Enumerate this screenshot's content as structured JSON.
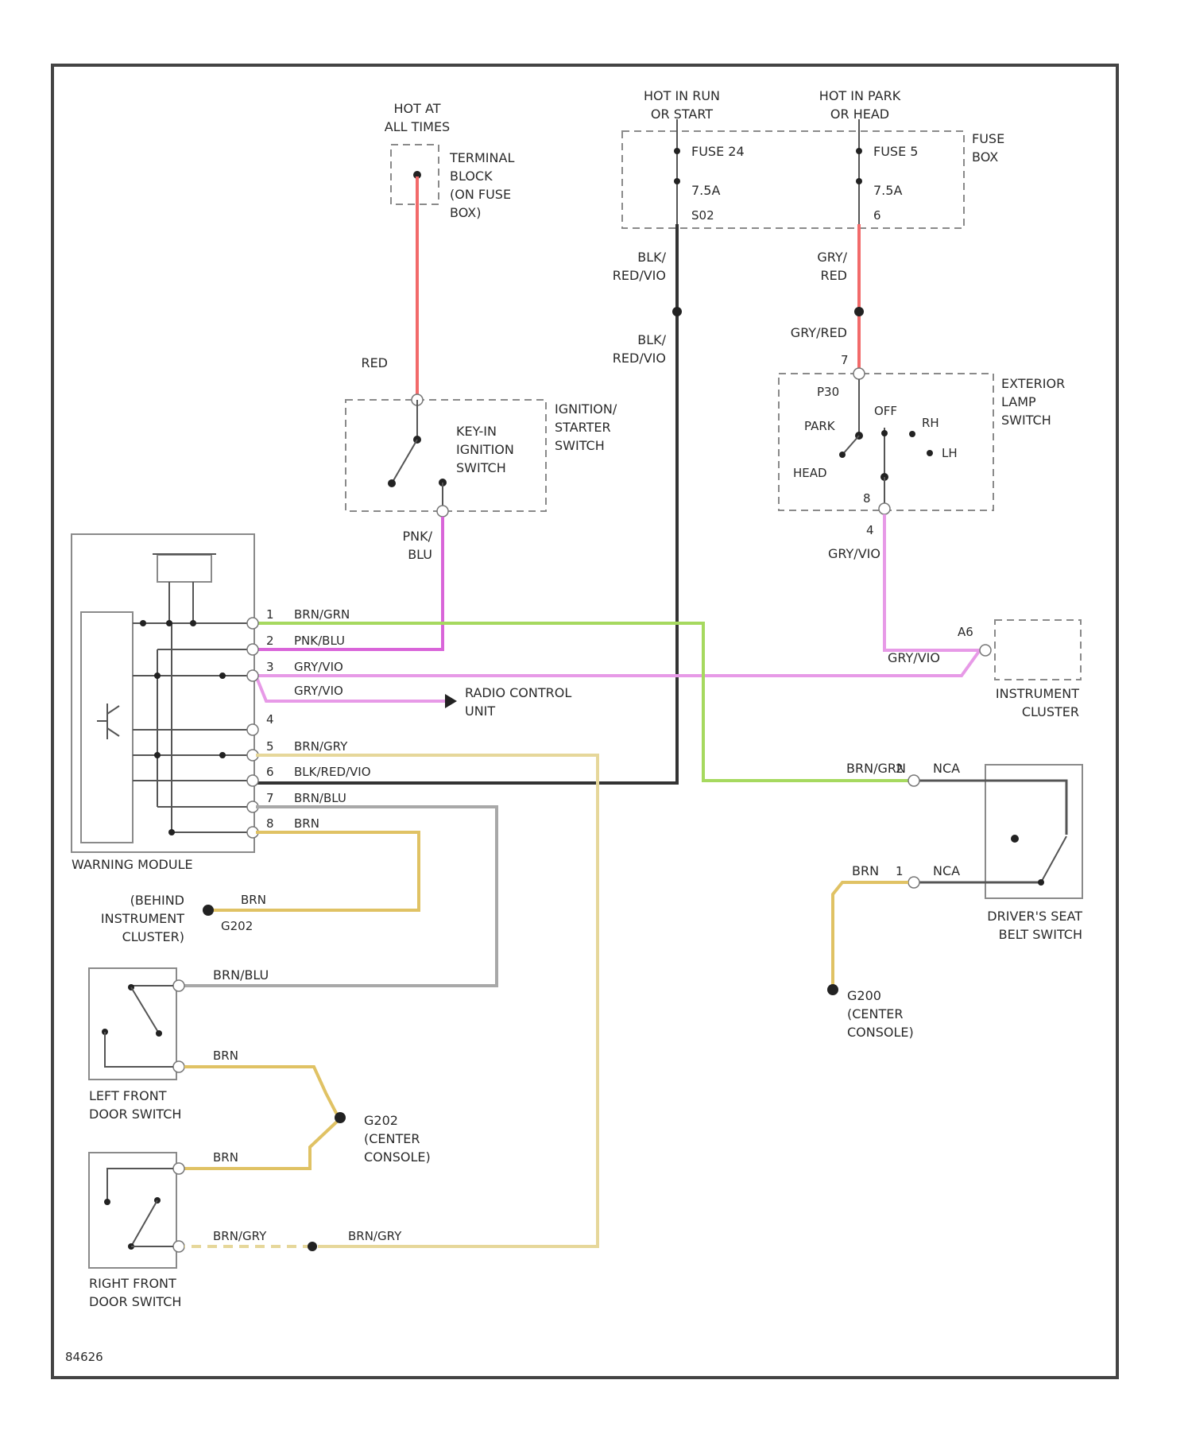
{
  "labels": {
    "hot_at_all_times": [
      "HOT AT",
      "ALL TIMES"
    ],
    "hot_in_run": [
      "HOT IN RUN",
      "OR START"
    ],
    "hot_in_park": [
      "HOT IN PARK",
      "OR HEAD"
    ],
    "terminal_block": [
      "TERMINAL",
      "BLOCK",
      "(ON FUSE",
      "BOX)"
    ],
    "fuse_24": "FUSE 24",
    "fuse_24_rating": "7.5A",
    "fuse_24_pin": "S02",
    "fuse_5": "FUSE 5",
    "fuse_5_rating": "7.5A",
    "fuse_5_pin": "6",
    "fuse_box": [
      "FUSE",
      "BOX"
    ],
    "wire_blk_redvio_1": [
      "BLK/",
      "RED/VIO"
    ],
    "wire_blk_redvio_2": [
      "BLK/",
      "RED/VIO"
    ],
    "wire_gry_red_1": [
      "GRY/",
      "RED"
    ],
    "wire_gry_red_2": "GRY/RED",
    "wire_red": "RED",
    "key_in_switch": [
      "KEY-IN",
      "IGNITION",
      "SWITCH"
    ],
    "ignition_starter_switch": [
      "IGNITION/",
      "STARTER",
      "SWITCH"
    ],
    "exterior_lamp_switch": [
      "EXTERIOR",
      "LAMP",
      "SWITCH"
    ],
    "pin_7": "7",
    "pin_8": "8",
    "pin_4_lamp": "4",
    "pos_p30": "P30",
    "pos_off": "OFF",
    "pos_park": "PARK",
    "pos_rh": "RH",
    "pos_lh": "LH",
    "pos_head": "HEAD",
    "wire_pnk_blu": [
      "PNK/",
      "BLU"
    ],
    "wire_gry_vio_top": "GRY/VIO",
    "pin_a6": "A6",
    "instrument_cluster": [
      "INSTRUMENT",
      "CLUSTER"
    ],
    "module_pins": [
      "1",
      "2",
      "3",
      "",
      "4",
      "5",
      "6",
      "7",
      "8"
    ],
    "module_wires": [
      "BRN/GRN",
      "PNK/BLU",
      "GRY/VIO",
      "GRY/VIO",
      "BRN/GRY",
      "BLK/RED/VIO",
      "BRN/BLU",
      "BRN"
    ],
    "radio_control_unit": [
      "RADIO CONTROL",
      "UNIT"
    ],
    "warning_module": "WARNING MODULE",
    "wire_brn_grn_right": "BRN/GRN",
    "pin_2_belt": "2",
    "pin_1_belt": "1",
    "nca_1": "NCA",
    "nca_2": "NCA",
    "wire_brn_right": "BRN",
    "drivers_seat_belt_switch": [
      "DRIVER'S SEAT",
      "BELT SWITCH"
    ],
    "g200": [
      "G200",
      "(CENTER",
      "CONSOLE)"
    ],
    "behind_instrument_cluster": [
      "(BEHIND",
      "INSTRUMENT",
      "CLUSTER)"
    ],
    "wire_brn_ground": "BRN",
    "g202_a": "G202",
    "wire_brn_blu_left": "BRN/BLU",
    "left_front_door_switch": [
      "LEFT FRONT",
      "DOOR SWITCH"
    ],
    "wire_brn_lfd": "BRN",
    "g202_center": [
      "G202",
      "(CENTER",
      "CONSOLE)"
    ],
    "wire_brn_rfd": "BRN",
    "wire_brn_gry_1": "BRN/GRY",
    "wire_brn_gry_2": "BRN/GRY",
    "right_front_door_switch": [
      "RIGHT FRONT",
      "DOOR SWITCH"
    ],
    "figure_id": "84626"
  },
  "colors": {
    "red_wire": "#f26a6a",
    "pink_wire": "#e79ae7",
    "green_wire": "#a6d95f",
    "black_wire": "#333333",
    "yellow_wire": "#e0c264",
    "light_yellow_wire": "#e6d79a",
    "gray_wire": "#a8a8a8"
  }
}
